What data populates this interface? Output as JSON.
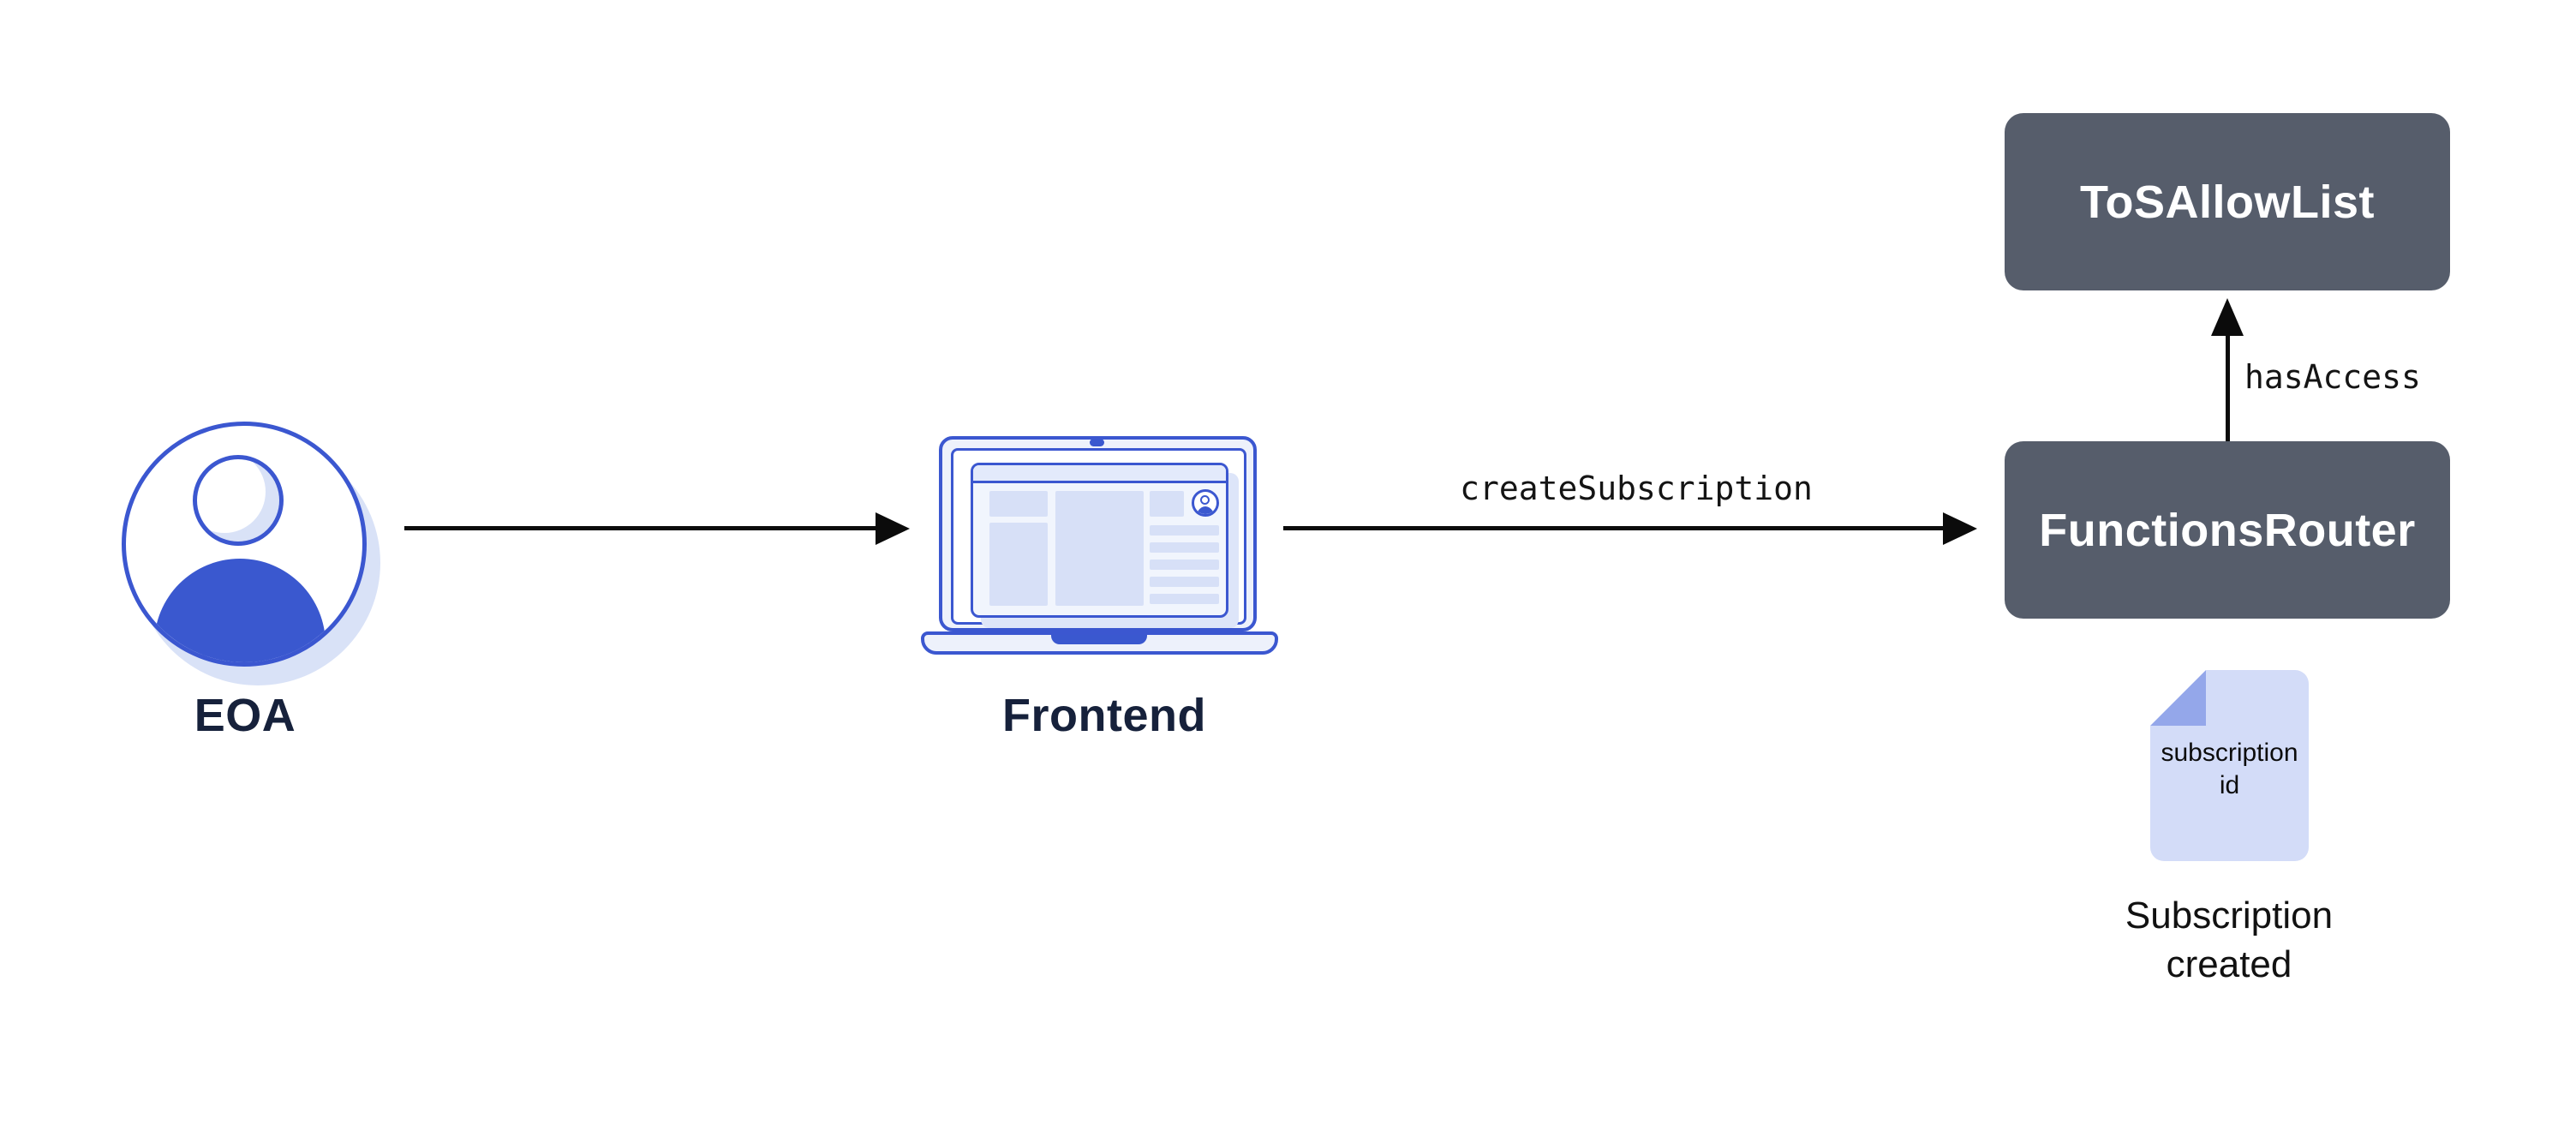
{
  "diagram": {
    "background": "#ffffff",
    "palette": {
      "stroke_blue": "#3b57d0",
      "fill_blue": "#3a58cf",
      "light_panel": "#edf1fb",
      "light_block": "#d7e0f7",
      "soft_shadow": "#d9e2f7",
      "contract_box_bg": "#565d6b",
      "contract_box_text": "#ffffff",
      "node_label_text": "#16213b",
      "arrow_color": "#0b0b0b",
      "doc_bg": "#d3dcf8",
      "doc_fold": "#94a7ea"
    },
    "nodes": {
      "eoa": {
        "label": "EOA",
        "icon": "user-avatar-icon"
      },
      "frontend": {
        "label": "Frontend",
        "icon": "laptop-icon"
      },
      "tos_allow_list": {
        "label": "ToSAllowList"
      },
      "functions_router": {
        "label": "FunctionsRouter"
      },
      "subscription_doc": {
        "icon": "document-icon",
        "text": "subscription id",
        "caption": "Subscription created"
      }
    },
    "edges": {
      "eoa_to_frontend": {
        "label": "",
        "direction": "right"
      },
      "frontend_to_functions_router": {
        "label": "createSubscription",
        "direction": "right"
      },
      "functions_router_to_tos_allow_list": {
        "label": "hasAccess",
        "direction": "up"
      }
    }
  }
}
